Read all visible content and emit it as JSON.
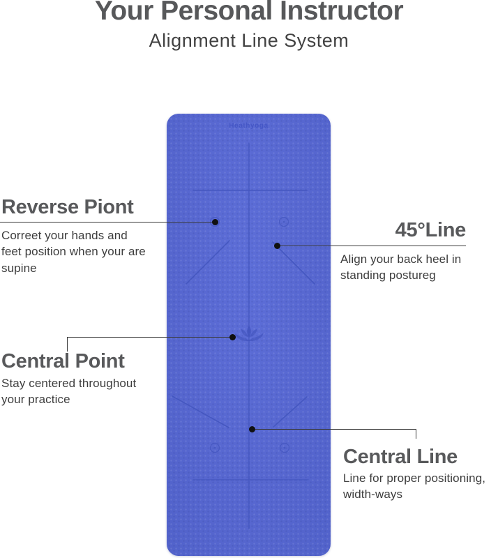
{
  "header": {
    "title": "Your Personal Instructor",
    "subtitle": "Alignment Line System"
  },
  "mat": {
    "brand": "Heathyoga",
    "markings": [
      "center-line",
      "top-cross-line",
      "bottom-cross-line",
      "upper-45-diagonals",
      "lower-45-diagonals",
      "corner-rings",
      "lotus-logo"
    ]
  },
  "callouts": {
    "reverse_point": {
      "heading": "Reverse Piont",
      "body": "Correet your hands and feet position when your are supine"
    },
    "line45": {
      "heading": "45°Line",
      "body": "Align your back heel in standing postureg"
    },
    "central_point": {
      "heading": "Central Point",
      "body": "Stay centered throughout your practice"
    },
    "central_line": {
      "heading": "Central Line",
      "body": "Line for proper positioning, width-ways"
    }
  },
  "colors": {
    "background": "#FFFFFF",
    "mat_blue": "#5969D2",
    "mat_line_blue": "#4053BC",
    "heading_gray": "#58595B",
    "body_gray": "#3D3D3D",
    "connector": "#3A3A3A"
  }
}
